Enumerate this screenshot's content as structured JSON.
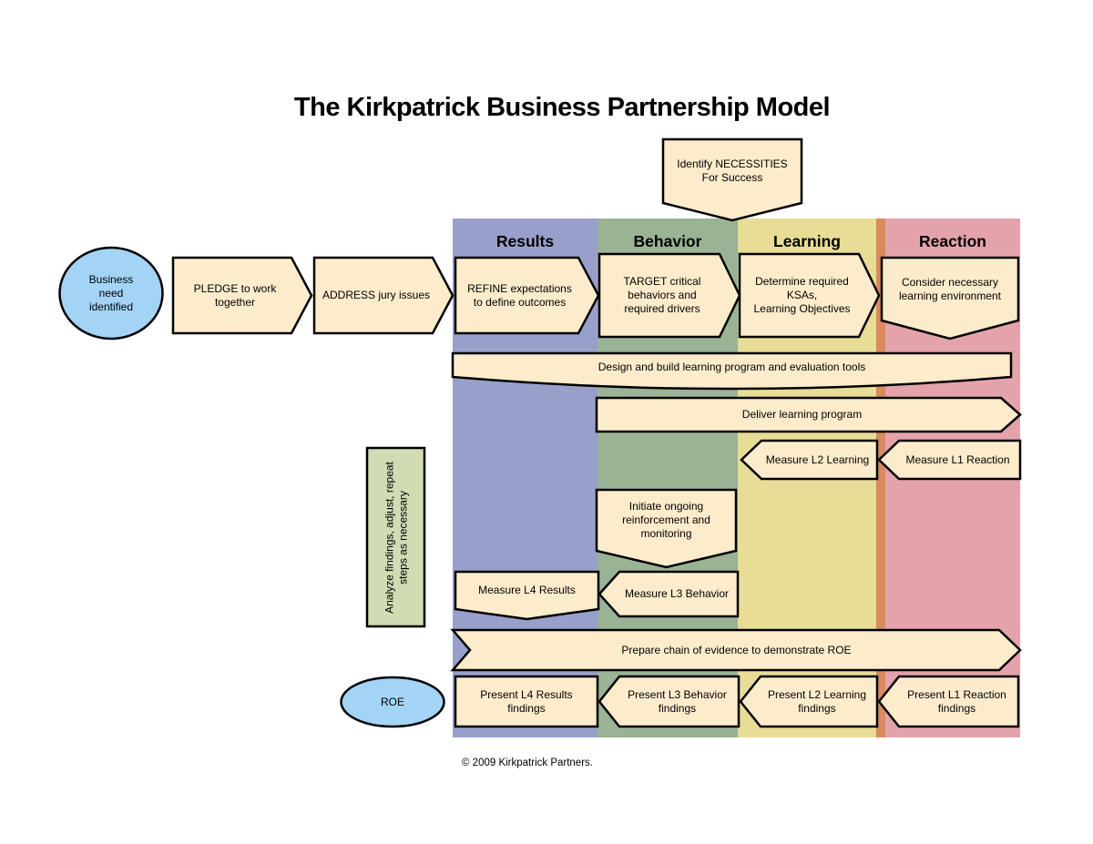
{
  "title": "The Kirkpatrick Business Partnership Model",
  "copyright": "© 2009 Kirkpatrick Partners.",
  "columns": [
    {
      "label": "Results",
      "color": "#999fcb"
    },
    {
      "label": "Behavior",
      "color": "#9ab394"
    },
    {
      "label": "Learning",
      "color": "#e8dc96"
    },
    {
      "label": "Reaction",
      "color": "#e4a2ab"
    }
  ],
  "colors": {
    "column_divider": "#d98a5e",
    "shape_fill": "#fdeccc",
    "ellipse_fill": "#a3d4f5",
    "analyze_fill": "#cfdcb4",
    "outline": "#000000"
  },
  "nodes": {
    "business_need": "Business\nneed\nidentified",
    "pledge": "PLEDGE to work\ntogether",
    "address": "ADDRESS jury issues",
    "refine": "REFINE expectations\nto define outcomes",
    "target": "TARGET critical\nbehaviors and\nrequired drivers",
    "determine": "Determine required\nKSAs,\nLearning Objectives",
    "consider": "Consider necessary\nlearning environment",
    "identify": "Identify NECESSITIES\nFor Success",
    "design": "Design and build learning program and evaluation tools",
    "deliver": "Deliver learning program",
    "measure_l2": "Measure L2 Learning",
    "measure_l1": "Measure L1 Reaction",
    "analyze": "Analyze findings, adjust, repeat\nsteps as necessary",
    "initiate": "Initiate ongoing\nreinforcement and\nmonitoring",
    "measure_l4": "Measure L4 Results",
    "measure_l3": "Measure L3 Behavior",
    "prepare": "Prepare chain of evidence to demonstrate ROE",
    "roe": "ROE",
    "present_l4": "Present L4 Results\nfindings",
    "present_l3": "Present L3 Behavior\nfindings",
    "present_l2": "Present L2 Learning\nfindings",
    "present_l1": "Present L1 Reaction\nfindings"
  }
}
